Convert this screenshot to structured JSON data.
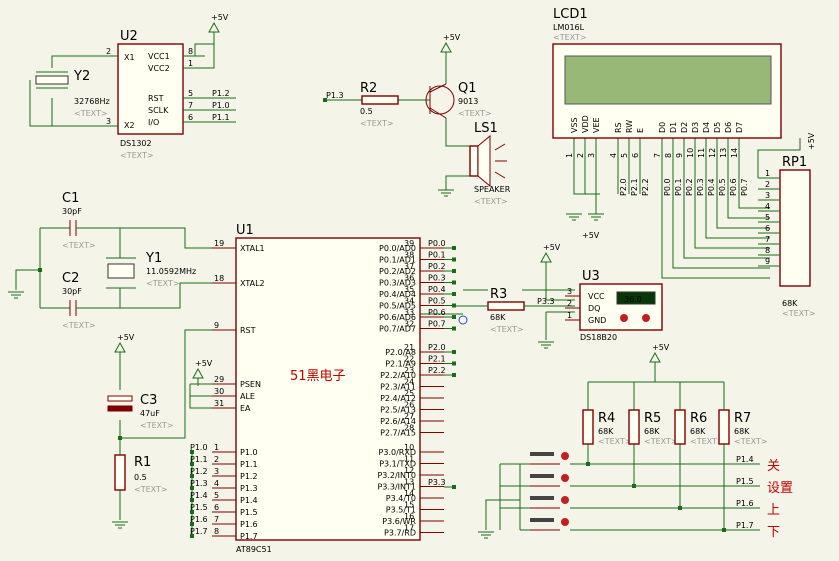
{
  "u2": {
    "ref": "U2",
    "part": "DS1302",
    "pins_left": [
      [
        "8",
        "VCC1"
      ],
      [
        "1",
        "VCC2"
      ],
      [
        "5",
        "RST"
      ],
      [
        "7",
        "SCLK"
      ],
      [
        "6",
        "I/O"
      ]
    ],
    "x1": "X1",
    "x2": "X2",
    "n2": "2",
    "n3": "3",
    "nets": [
      "P1.2",
      "P1.0",
      "P1.1"
    ]
  },
  "y2": {
    "ref": "Y2",
    "value": "32768Hz",
    "ph": "<TEXT>"
  },
  "vcc": {
    "plus5": "+5V"
  },
  "r2": {
    "ref": "R2",
    "value": "0.5",
    "ph": "<TEXT>",
    "net": "P1.3"
  },
  "q1": {
    "ref": "Q1",
    "value": "9013",
    "ph": "<TEXT>"
  },
  "ls1": {
    "ref": "LS1",
    "value": "SPEAKER",
    "ph": "<TEXT>"
  },
  "lcd1": {
    "ref": "LCD1",
    "part": "LM016L",
    "ph": "<TEXT>",
    "pins": [
      "VSS",
      "VDD",
      "VEE",
      "RS",
      "RW",
      "E",
      "D0",
      "D1",
      "D2",
      "D3",
      "D4",
      "D5",
      "D6",
      "D7"
    ],
    "nums": [
      "1",
      "2",
      "3",
      "4",
      "5",
      "6",
      "7",
      "8",
      "9",
      "10",
      "11",
      "12",
      "13",
      "14"
    ],
    "nets": [
      "P2.0",
      "P2.1",
      "P2.2",
      "P0.0",
      "P0.1",
      "P0.2",
      "P0.3",
      "P0.4",
      "P0.5",
      "P0.6",
      "P0.7"
    ]
  },
  "rp1": {
    "ref": "RP1",
    "value": "68K",
    "ph": "<TEXT>",
    "nums": [
      "1",
      "2",
      "3",
      "4",
      "5",
      "6",
      "7",
      "8",
      "9"
    ]
  },
  "c1": {
    "ref": "C1",
    "value": "30pF",
    "ph": "<TEXT>"
  },
  "c2": {
    "ref": "C2",
    "value": "30pF",
    "ph": "<TEXT>"
  },
  "y1": {
    "ref": "Y1",
    "value": "11.0592MHz",
    "ph": "<TEXT>"
  },
  "c3": {
    "ref": "C3",
    "value": "47uF",
    "ph": "<TEXT>"
  },
  "r1": {
    "ref": "R1",
    "value": "0.5",
    "ph": "<TEXT>"
  },
  "u1": {
    "ref": "U1",
    "part": "AT89C51",
    "watermark": "51黑电子",
    "left": [
      [
        "19",
        "XTAL1"
      ],
      [
        "18",
        "XTAL2"
      ],
      [
        "9",
        "RST"
      ],
      [
        "29",
        "PSEN"
      ],
      [
        "30",
        "ALE"
      ],
      [
        "31",
        "EA"
      ],
      [
        "1",
        "P1.0"
      ],
      [
        "2",
        "P1.1"
      ],
      [
        "3",
        "P1.2"
      ],
      [
        "4",
        "P1.3"
      ],
      [
        "5",
        "P1.4"
      ],
      [
        "6",
        "P1.5"
      ],
      [
        "7",
        "P1.6"
      ],
      [
        "8",
        "P1.7"
      ]
    ],
    "right0": [
      [
        "39",
        "P0.0/AD0"
      ],
      [
        "38",
        "P0.1/AD1"
      ],
      [
        "37",
        "P0.2/AD2"
      ],
      [
        "36",
        "P0.3/AD3"
      ],
      [
        "35",
        "P0.4/AD4"
      ],
      [
        "34",
        "P0.5/AD5"
      ],
      [
        "33",
        "P0.6/AD6"
      ],
      [
        "32",
        "P0.7/AD7"
      ]
    ],
    "right2": [
      [
        "21",
        "P2.0/A8"
      ],
      [
        "22",
        "P2.1/A9"
      ],
      [
        "23",
        "P2.2/A10"
      ],
      [
        "24",
        "P2.3/A11"
      ],
      [
        "25",
        "P2.4/A12"
      ],
      [
        "26",
        "P2.5/A13"
      ],
      [
        "27",
        "P2.6/A14"
      ],
      [
        "28",
        "P2.7/A15"
      ]
    ],
    "right3": [
      [
        "10",
        "P3.0/RXD"
      ],
      [
        "11",
        "P3.1/TXD"
      ],
      [
        "12",
        "P3.2/INT0"
      ],
      [
        "13",
        "P3.3/INT1"
      ],
      [
        "14",
        "P3.4/T0"
      ],
      [
        "15",
        "P3.5/T1"
      ],
      [
        "16",
        "P3.6/WR"
      ],
      [
        "17",
        "P3.7/RD"
      ]
    ],
    "netsP0": [
      "P0.0",
      "P0.1",
      "P0.2",
      "P0.3",
      "P0.4",
      "P0.5",
      "P0.6",
      "P0.7"
    ],
    "netsP2": [
      "P2.0",
      "P2.1",
      "P2.2"
    ],
    "netsP1": [
      "P1.0",
      "P1.1",
      "P1.2",
      "P1.3",
      "P1.4",
      "P1.5",
      "P1.6",
      "P1.7"
    ],
    "netP3": "P3.3"
  },
  "r3": {
    "ref": "R3",
    "value": "68K",
    "ph": "<TEXT>",
    "net": "P3.3"
  },
  "u3": {
    "ref": "U3",
    "part": "DS18B20",
    "pins": [
      [
        "3",
        "VCC"
      ],
      [
        "2",
        "DQ"
      ],
      [
        "1",
        "GND"
      ]
    ],
    "reading": "36.0"
  },
  "pullups": [
    {
      "ref": "R4",
      "value": "68K"
    },
    {
      "ref": "R5",
      "value": "68K"
    },
    {
      "ref": "R6",
      "value": "68K"
    },
    {
      "ref": "R7",
      "value": "68K"
    }
  ],
  "buttons": {
    "nets": [
      "P1.4",
      "P1.5",
      "P1.6",
      "P1.7"
    ],
    "labels": [
      "关",
      "设置",
      "上",
      "下"
    ]
  }
}
